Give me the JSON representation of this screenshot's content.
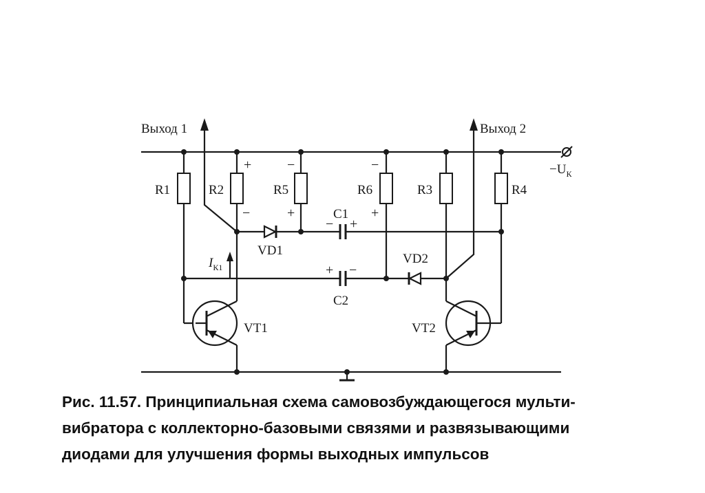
{
  "diagram": {
    "outputs": {
      "out1": "Выход 1",
      "out2": "Выход 2"
    },
    "supply": {
      "prefix": "−U",
      "sub": "К"
    },
    "resistors": [
      "R1",
      "R2",
      "R5",
      "R6",
      "R3",
      "R4"
    ],
    "capacitors": [
      "C1",
      "C2"
    ],
    "diodes": [
      "VD1",
      "VD2"
    ],
    "transistors": [
      "VT1",
      "VT2"
    ],
    "current": {
      "main": "I",
      "sub": "К1"
    },
    "polarity": {
      "plus": "+",
      "minus": "−"
    }
  },
  "caption": {
    "lines": [
      "Рис. 11.57. Принципиальная схема самовозбуждающегося мульти-",
      "вибратора с коллекторно-базовыми связями и развязывающими",
      "диодами для улучшения формы выходных импульсов"
    ]
  }
}
